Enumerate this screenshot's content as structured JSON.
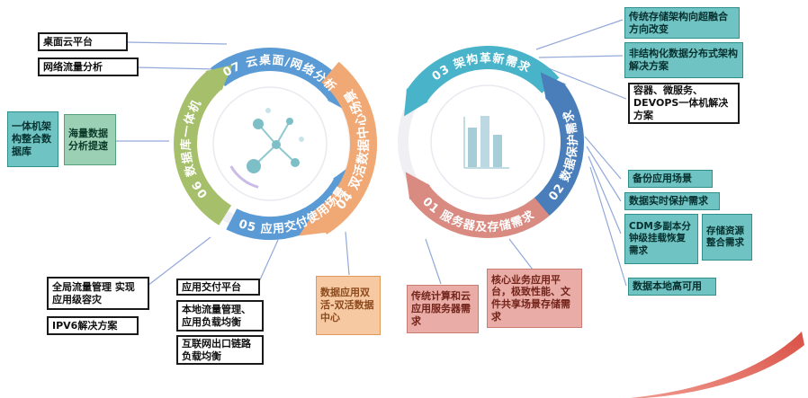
{
  "wheels": {
    "left": {
      "segments": [
        {
          "label": "07 云桌面/网络分析"
        },
        {
          "label": "06 数据库一体机"
        },
        {
          "label": "05 应用交付使用场景"
        },
        {
          "label": "04 双活数据中心场景"
        }
      ]
    },
    "right": {
      "segments": [
        {
          "label": "03 架构革新需求"
        },
        {
          "label": "02 数据保护需求"
        },
        {
          "label": "01 服务器及存储需求"
        }
      ]
    }
  },
  "boxes": {
    "desktop_cloud": "桌面云平台",
    "network_traffic": "网络流量分析",
    "appliance_db": "一体机架构整合数据库",
    "massive_data": "海量数据分析提速",
    "global_traffic": "全局流量管理 实现应用级容灾",
    "ipv6": "IPV6解决方案",
    "app_delivery": "应用交付平台",
    "local_lb": "本地流量管理、应用负载均衡",
    "internet_lb": "互联网出口链路负载均衡",
    "dual_active_dc": "数据应用双活-双活数据中心",
    "cloud_server": "传统计算和云应用服务器需求",
    "core_business": "核心业务应用平台，极致性能、文件共享场景存储需求",
    "hci": "传统存储架构向超融合方向改变",
    "distributed": "非结构化数据分布式架构解决方案",
    "container": "容器、微服务、DEVOPS一体机解决方案",
    "backup": "备份应用场景",
    "realtime": "数据实时保护需求",
    "cdm": "CDM多副本分钟级挂载恢复需求",
    "pooling": "存储资源整合需求",
    "local_ha": "数据本地高可用"
  },
  "icons": {
    "left_center": "network-nodes-icon",
    "right_center": "bar-chart-icon"
  },
  "palette": {
    "seg_blue": "#5b9bd5",
    "seg_green": "#a5bf6b",
    "seg_orange": "#f0a875",
    "seg_teal": "#49b3c9",
    "seg_steel": "#4a7ebb",
    "seg_red": "#d98b82",
    "box_teal": "#6fc3c2",
    "box_orange": "#f6c9a2",
    "box_salmon": "#e9aca6",
    "connector": "#93a9d9",
    "swoosh": "#e0574e"
  }
}
